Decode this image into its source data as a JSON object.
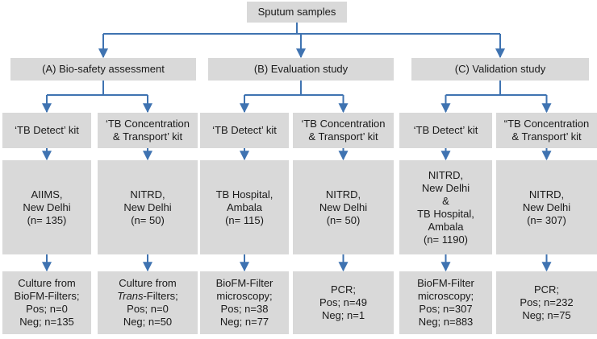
{
  "root": "Sputum samples",
  "sections": [
    {
      "title": "(A) Bio-safety assessment",
      "branches": [
        {
          "kit": [
            "‘TB Detect’ kit"
          ],
          "site": [
            "AIIMS,",
            "New Delhi",
            "(n= 135)"
          ],
          "result": [
            "Culture from",
            "BioFM-Filters;",
            "Pos; n=0",
            "Neg; n=135"
          ]
        },
        {
          "kit": [
            "‘TB Concentration",
            "& Transport’ kit"
          ],
          "site": [
            "NITRD,",
            "New Delhi",
            "(n= 50)"
          ],
          "result": [
            "Culture from",
            "Trans-Filters;",
            "Pos; n=0",
            "Neg; n=50"
          ],
          "result_italic_prefix": "Trans"
        }
      ]
    },
    {
      "title": "(B) Evaluation study",
      "branches": [
        {
          "kit": [
            "‘TB Detect’ kit"
          ],
          "site": [
            "TB Hospital,",
            "Ambala",
            "(n= 115)"
          ],
          "result": [
            "BioFM-Filter",
            "microscopy;",
            "Pos; n=38",
            "Neg; n=77"
          ]
        },
        {
          "kit": [
            "‘TB Concentration",
            "& Transport’ kit"
          ],
          "site": [
            "NITRD,",
            "New Delhi",
            "(n= 50)"
          ],
          "result": [
            "PCR;",
            "Pos; n=49",
            "Neg; n=1"
          ]
        }
      ]
    },
    {
      "title": "(C) Validation study",
      "branches": [
        {
          "kit": [
            "‘TB Detect’ kit"
          ],
          "site": [
            "NITRD,",
            "New Delhi",
            "&",
            "TB Hospital,",
            "Ambala",
            "(n= 1190)"
          ],
          "result": [
            "BioFM-Filter",
            "microscopy;",
            "Pos; n=307",
            "Neg; n=883"
          ]
        },
        {
          "kit": [
            "“TB Concentration",
            "& Transport’ kit"
          ],
          "site": [
            "NITRD,",
            "New Delhi",
            "(n= 307)"
          ],
          "result": [
            "PCR;",
            "Pos; n=232",
            "Neg; n=75"
          ]
        }
      ]
    }
  ],
  "colors": {
    "box_fill": "#d9d9d9",
    "connector": "#3f73b1",
    "text": "#1a1a1a"
  }
}
